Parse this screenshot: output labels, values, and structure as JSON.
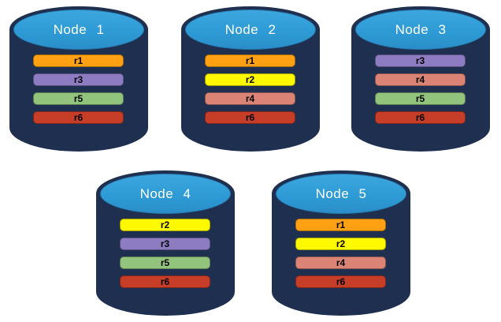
{
  "diagram": {
    "background": "#FFFFFF",
    "colors": {
      "cylinder_body": "#1F2F4F",
      "cylinder_top": "#2E9BD6",
      "title_text": "#FFFFFF",
      "bar_text": "#000000"
    },
    "replica_colors": {
      "r1": "#FFA113",
      "r2": "#FFF900",
      "r3": "#8E7CC3",
      "r4": "#DB8475",
      "r5": "#93C47D",
      "r6": "#C63D28"
    },
    "nodes": [
      {
        "title": "Node 1",
        "replicas": [
          "r1",
          "r3",
          "r5",
          "r6"
        ]
      },
      {
        "title": "Node 2",
        "replicas": [
          "r1",
          "r2",
          "r4",
          "r6"
        ]
      },
      {
        "title": "Node 3",
        "replicas": [
          "r3",
          "r4",
          "r5",
          "r6"
        ]
      },
      {
        "title": "Node 4",
        "replicas": [
          "r2",
          "r3",
          "r5",
          "r6"
        ]
      },
      {
        "title": "Node 5",
        "replicas": [
          "r1",
          "r2",
          "r4",
          "r6"
        ]
      }
    ]
  }
}
